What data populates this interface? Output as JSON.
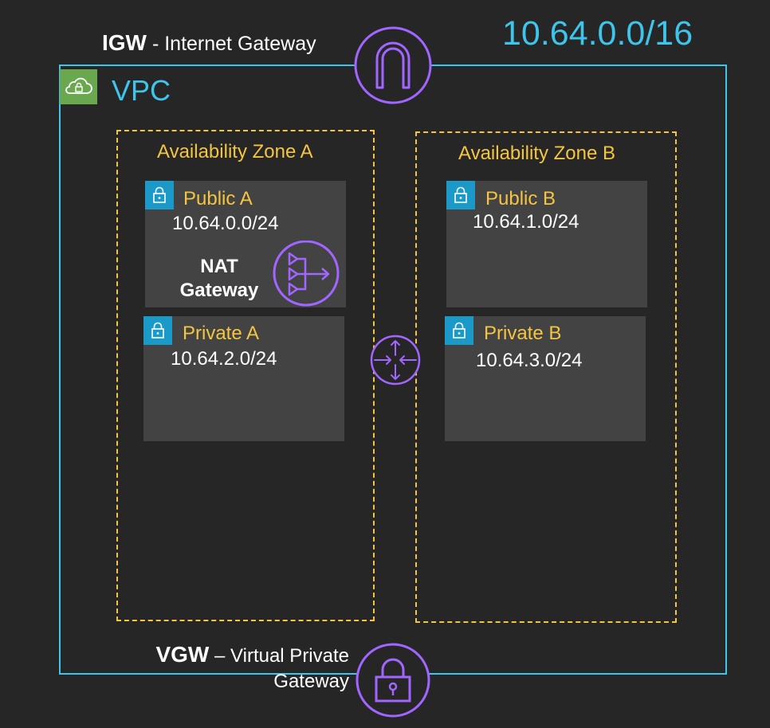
{
  "vpc": {
    "cidr": "10.64.0.0/16",
    "label": "VPC"
  },
  "igw": {
    "abbr": "IGW",
    "name": " - Internet Gateway"
  },
  "vgw": {
    "abbr": "VGW",
    "name": " – Virtual Private",
    "name_line2": "Gateway"
  },
  "zones": [
    {
      "label": "Availability Zone A",
      "public": {
        "name": "Public A",
        "cidr": "10.64.0.0/24"
      },
      "private": {
        "name": "Private A",
        "cidr": "10.64.2.0/24"
      },
      "nat": {
        "line1": "NAT",
        "line2": "Gateway"
      }
    },
    {
      "label": "Availability Zone B",
      "public": {
        "name": "Public B",
        "cidr": "10.64.1.0/24"
      },
      "private": {
        "name": "Private B",
        "cidr": "10.64.3.0/24"
      }
    }
  ],
  "colors": {
    "vpc_border": "#3fc4ea",
    "zone_border": "#f4c542",
    "icon_purple": "#a166ff",
    "lock_badge": "#1b9ac9",
    "vpc_badge": "#6aa84f"
  },
  "icons": {
    "igw": "internet-gateway-icon",
    "vgw": "virtual-private-gateway-icon",
    "nat": "nat-gateway-icon",
    "router": "router-icon",
    "vpc": "vpc-cloud-icon",
    "subnet": "lock-icon"
  }
}
